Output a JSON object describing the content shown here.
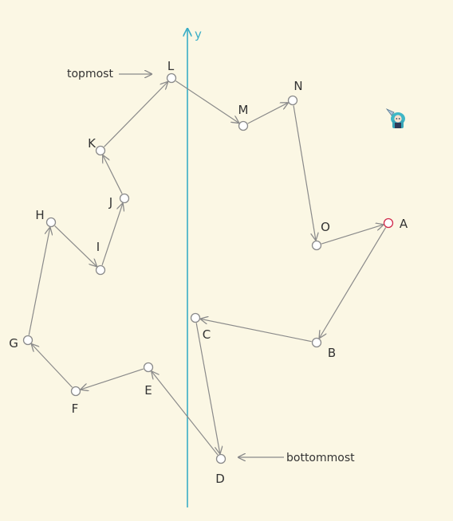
{
  "axis": {
    "label": "y",
    "color": "#3aaec6"
  },
  "colors": {
    "background": "#fbf7e4",
    "edge": "#8a8a8a",
    "node_stroke": "#8a8a8a",
    "node_fill": "#ffffff",
    "start_node_stroke": "#d02a4a",
    "text": "#333333"
  },
  "points": [
    {
      "id": "A",
      "label": "A",
      "start": true
    },
    {
      "id": "B",
      "label": "B"
    },
    {
      "id": "C",
      "label": "C"
    },
    {
      "id": "D",
      "label": "D"
    },
    {
      "id": "E",
      "label": "E"
    },
    {
      "id": "F",
      "label": "F"
    },
    {
      "id": "G",
      "label": "G"
    },
    {
      "id": "H",
      "label": "H"
    },
    {
      "id": "I",
      "label": "I"
    },
    {
      "id": "J",
      "label": "J"
    },
    {
      "id": "K",
      "label": "K"
    },
    {
      "id": "L",
      "label": "L"
    },
    {
      "id": "M",
      "label": "M"
    },
    {
      "id": "N",
      "label": "N"
    },
    {
      "id": "O",
      "label": "O"
    }
  ],
  "path_order": [
    "A",
    "B",
    "C",
    "D",
    "E",
    "F",
    "G",
    "H",
    "I",
    "J",
    "K",
    "L",
    "M",
    "N",
    "O",
    "A"
  ],
  "annotations": {
    "topmost": {
      "text": "topmost",
      "target": "L"
    },
    "bottommost": {
      "text": "bottommost",
      "target": "D"
    }
  },
  "sprite": {
    "icon": "anime-character-icon"
  }
}
